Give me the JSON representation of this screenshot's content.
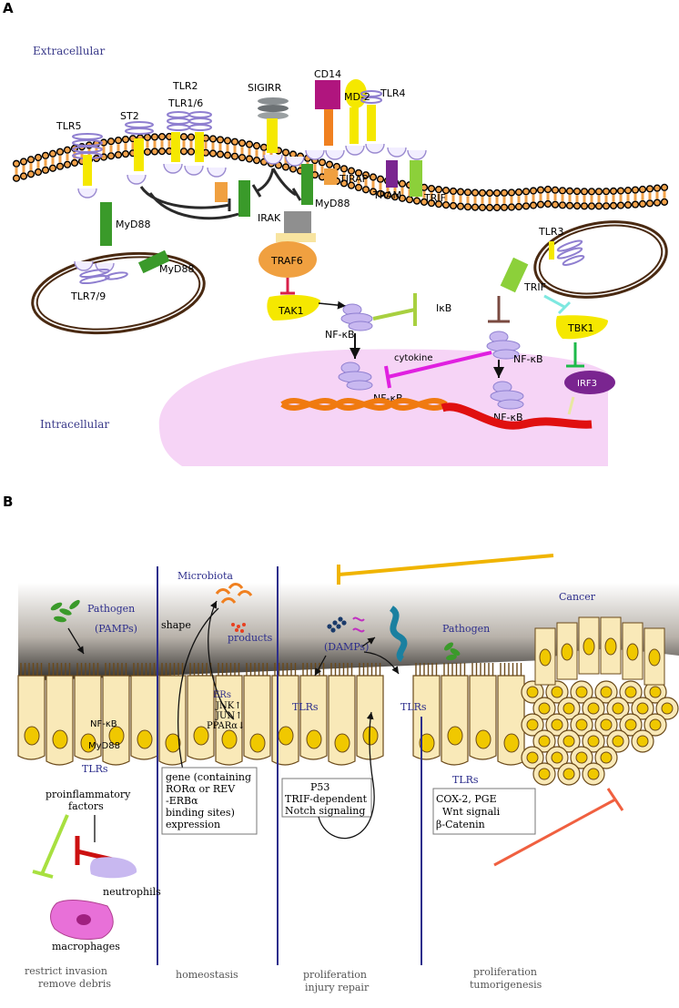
{
  "panelA": {
    "letter": "A",
    "extracellular": "Extracellular",
    "intracellular": "Intracellular",
    "receptors": {
      "tlr5": "TLR5",
      "st2": "ST2",
      "tlr2": "TLR2",
      "tlr16": "TLR1/6",
      "sigirr": "SIGIRR",
      "cd14": "CD14",
      "md2": "MD-2",
      "tlr4": "TLR4",
      "tlr3": "TLR3",
      "tlr79": "TLR7/9"
    },
    "adaptors": {
      "myd88_a": "MyD88",
      "myd88_b": "MyD88",
      "myd88_c": "MyD88",
      "tirap": "TIRAP",
      "tram": "TRAM",
      "trif_mem": "TRIF",
      "trif_endo": "TRIF",
      "irak": "IRAK",
      "traf6": "TRAF6",
      "tak1": "TAK1",
      "ikb": "IκB",
      "tbk1": "TBK1",
      "irf3": "IRF3"
    },
    "nfkb": {
      "a": "NF-κB",
      "b": "NF-κB",
      "c": "NF-κB",
      "d": "NF-κB"
    },
    "cytokine": "cytokine"
  },
  "panelB": {
    "letter": "B",
    "microbiota": "Microbiota",
    "cancer": "Cancer",
    "pathogen_left": "Pathogen",
    "pamps": "(PAMPs)",
    "pathogen_right": "Pathogen",
    "damps": "(DAMPs)",
    "shape": "shape",
    "products": "products",
    "nfkb": "NF-κB",
    "myd88": "MyD88",
    "tlrs_1": "TLRs",
    "tlrs_2": "TLRs",
    "tlrs_3": "TLRs",
    "tlrs_4": "TLRs",
    "ers": "ERs",
    "jnk": "JNK↑",
    "jun": "JUN↑",
    "ppar": "PPARα↓",
    "proinflammatory": [
      "proinflammatory",
      "factors"
    ],
    "neutrophils": "neutrophils",
    "macrophages": "macrophages",
    "gene_box": [
      "gene (containing",
      "RORα or REV",
      "-ERBα",
      "binding sites)",
      "expression"
    ],
    "p53_box": [
      "P53",
      "TRIF-dependent",
      "Notch signaling"
    ],
    "cox_box": [
      "COX-2, PGE",
      "Wnt signali",
      "β-Catenin"
    ],
    "captions": {
      "c1": [
        "restrict invasion",
        "remove debris"
      ],
      "c2": [
        "homeostasis"
      ],
      "c3": [
        "proliferation",
        "injury repair"
      ],
      "c4": [
        "proliferation",
        "tumorigenesis"
      ]
    }
  },
  "colors": {
    "green": "#3a9a2a",
    "yellow": "#f5e800",
    "orange": "#f0a040",
    "purple": "#c8b8f0",
    "nucleus": "#f0c800",
    "cell": "#f9e9b8",
    "nucleus_pink": "#f4d6f4",
    "dna_orange": "#f07a10",
    "dna_red": "#e01010",
    "navy": "#2d2e8c",
    "magenta": "#e020e0",
    "crimson": "#d8204a"
  }
}
